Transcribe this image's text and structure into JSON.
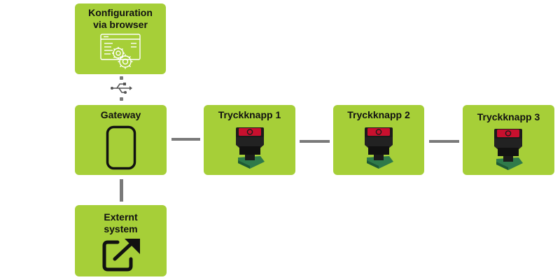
{
  "nodes": {
    "config": {
      "line1": "Konfiguration",
      "line2": "via browser",
      "icon": "browser-settings-icon"
    },
    "gateway": {
      "label": "Gateway",
      "icon": "gateway-device-icon"
    },
    "external": {
      "line1": "Externt",
      "line2": "system",
      "icon": "external-link-icon"
    },
    "button1": {
      "label": "Tryckknapp 1",
      "icon": "push-button-device-icon"
    },
    "button2": {
      "label": "Tryckknapp 2",
      "icon": "push-button-device-icon"
    },
    "button3": {
      "label": "Tryckknapp 3",
      "icon": "push-button-device-icon"
    }
  },
  "connectors": {
    "usb": {
      "icon": "usb-icon"
    }
  },
  "colors": {
    "node_fill": "#a6cf38",
    "connector": "#7a7a7a",
    "button_top": "#c8102e"
  }
}
